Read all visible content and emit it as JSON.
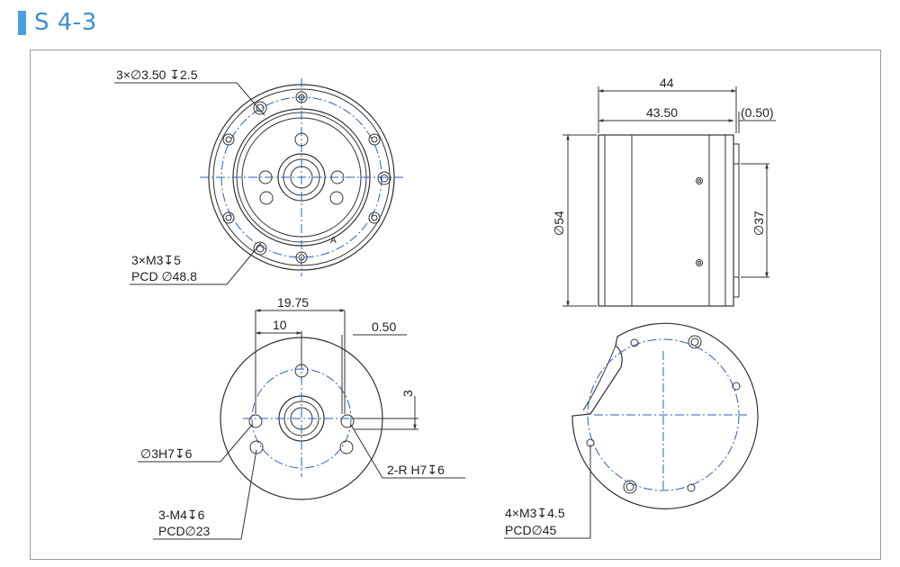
{
  "header": {
    "title": "S 4-3"
  },
  "front_view": {
    "callout_holes": "3×∅3.50 ↧2.5",
    "callout_threads_line1": "3×M3↧5",
    "callout_threads_line2": "PCD ∅48.8",
    "marker_a": "A"
  },
  "side_view": {
    "dim_length_total": "44",
    "dim_length_body": "43.50",
    "dim_flange": "(0.50)",
    "dim_outer_dia": "∅54",
    "dim_boss_dia": "∅37"
  },
  "rear_view": {
    "dim_offset_outer": "19.75",
    "dim_offset_inner": "10",
    "dim_flat": "0.50",
    "dim_height": "3",
    "callout_pin_hole": "∅3H7↧6",
    "callout_slot": "2-R H7↧6",
    "callout_threads_line1": "3-M4↧6",
    "callout_threads_line2": "PCD∅23"
  },
  "bottom_view": {
    "callout_threads_line1": "4×M3↧4.5",
    "callout_threads_line2": "PCD∅45"
  },
  "colors": {
    "accent": "#3a8fd6",
    "line": "#333333",
    "center_line": "#2d5fb5"
  }
}
